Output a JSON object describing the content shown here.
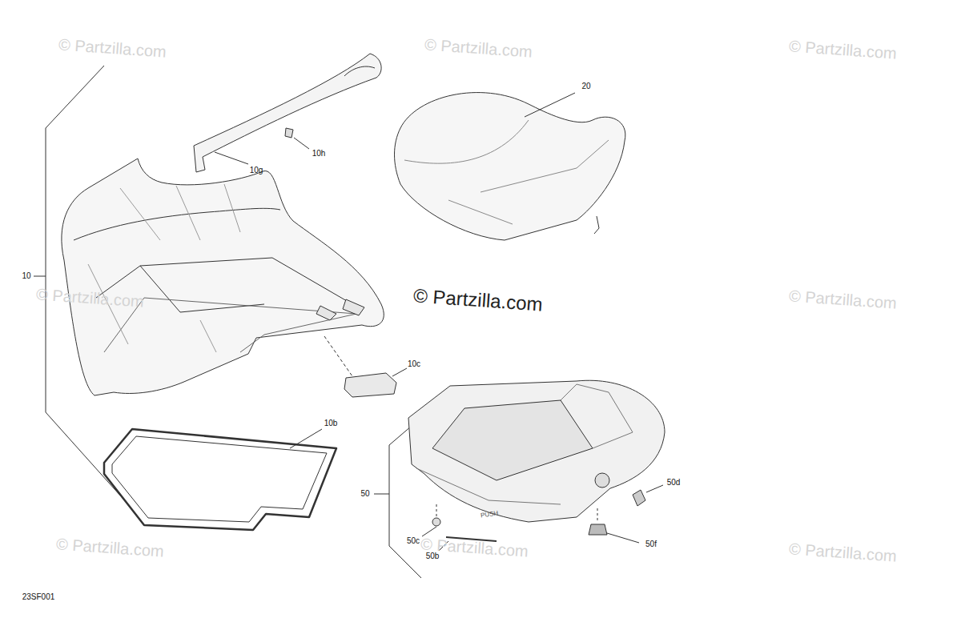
{
  "diagram": {
    "labels": [
      "© Partzilla.com",
      "© Partzilla.com",
      "© Partzilla.com",
      "© Partzilla.com",
      "© Partzilla.com",
      "© Partzilla.com",
      "© Partzilla.com",
      "© Partzilla.com",
      "© Partzilla.com",
      "10",
      "10g",
      "10h",
      "20",
      "10c",
      "10b",
      "50",
      "50d",
      "50c",
      "50b",
      "50f",
      "PUSH",
      "23SF001"
    ]
  }
}
